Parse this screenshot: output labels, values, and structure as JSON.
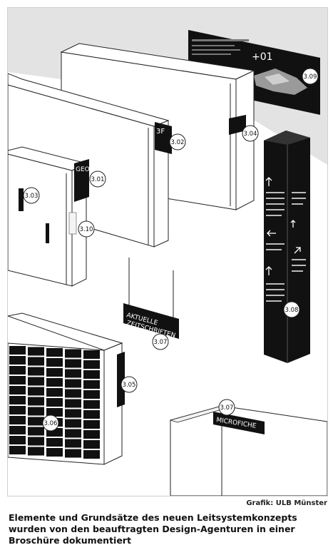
{
  "figure": {
    "credit": "Grafik: ULB Münster",
    "caption": "Elemente und Grundsätze des neuen Leitsystemkonzepts wurden von den beauftragten Design-Agenturen in einer Broschüre dokumentiert"
  },
  "signs": {
    "floor_number": "+01",
    "floor_short": "3F",
    "subject_geo": "GEO",
    "hanging_line1": "AKTUELLE",
    "hanging_line2": "ZEITSCHRIFTEN",
    "microfiche": "MICROFICHE"
  },
  "labels": {
    "l301": "3.01",
    "l302": "3.02",
    "l303": "3.03",
    "l304": "3.04",
    "l305": "3.05",
    "l306": "3.06",
    "l307a": "3.07",
    "l307b": "3.07",
    "l308": "3.08",
    "l309": "3.09",
    "l310": "3.10"
  },
  "colors": {
    "sign": "#111111",
    "wall": "#e3e3e3",
    "furniture": "#ffffff",
    "outline": "#222222"
  }
}
